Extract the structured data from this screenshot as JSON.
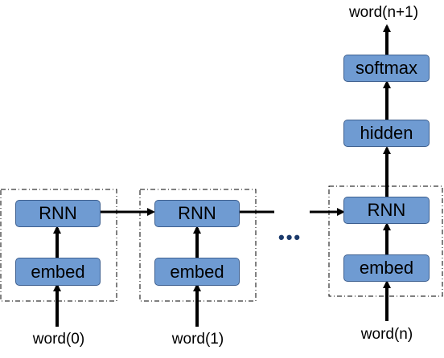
{
  "columns": [
    {
      "id": "col0",
      "rnn": "RNN",
      "embed": "embed",
      "input": "word(0)"
    },
    {
      "id": "col1",
      "rnn": "RNN",
      "embed": "embed",
      "input": "word(1)"
    },
    {
      "id": "coln",
      "rnn": "RNN",
      "embed": "embed",
      "input": "word(n)",
      "hidden": "hidden",
      "softmax": "softmax",
      "output": "word(n+1)"
    }
  ],
  "ellipsis": "•••",
  "colors": {
    "node_fill": "#6f9bd2",
    "node_border": "#3d5f8f",
    "arrow": "#000000",
    "dash": "#000000"
  }
}
